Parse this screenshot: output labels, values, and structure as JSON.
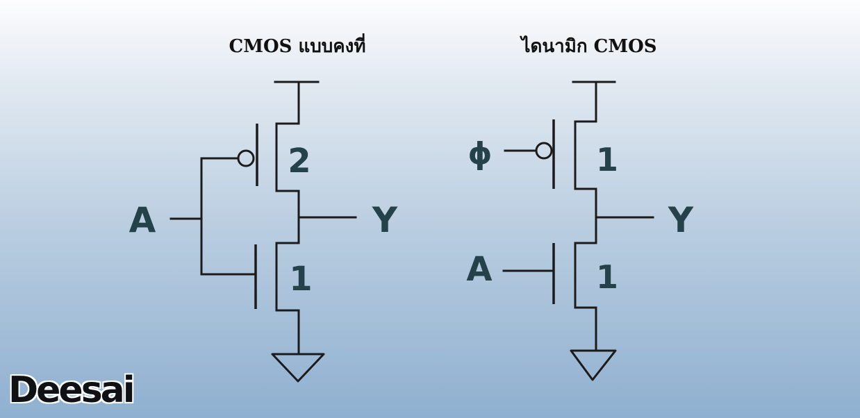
{
  "static_cmos": {
    "title": "CMOS แบบคงที่",
    "input_label": "A",
    "output_label": "Y",
    "pmos_size": "2",
    "nmos_size": "1"
  },
  "dynamic_cmos": {
    "title": "ไดนามิก CMOS",
    "clock_label": "ϕ",
    "input_label": "A",
    "output_label": "Y",
    "pmos_size": "1",
    "nmos_size": "1"
  },
  "watermark": "Deesai"
}
